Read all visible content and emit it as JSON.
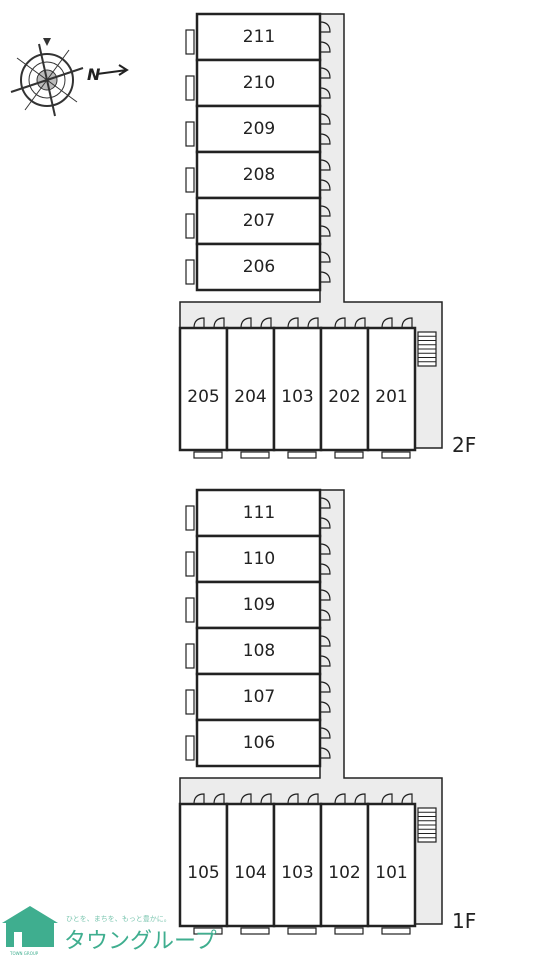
{
  "compass": {
    "north_label": "N",
    "icon": "compass-rose-icon"
  },
  "floors": [
    {
      "id": "2f",
      "label": "2F",
      "vertical_units": [
        "211",
        "210",
        "209",
        "208",
        "207",
        "206"
      ],
      "horizontal_units": [
        "205",
        "204",
        "103",
        "202",
        "201"
      ]
    },
    {
      "id": "1f",
      "label": "1F",
      "vertical_units": [
        "111",
        "110",
        "109",
        "108",
        "107",
        "106"
      ],
      "horizontal_units": [
        "105",
        "104",
        "103",
        "102",
        "101"
      ]
    }
  ],
  "logo": {
    "name": "タウングループ",
    "tagline": "ひとを、まちを、もっと豊かに。",
    "small_text": "TOWN GROUP",
    "color": "#3fae8f"
  },
  "colors": {
    "line": "#222222",
    "corridor_fill": "#ececec",
    "background": "#ffffff"
  }
}
